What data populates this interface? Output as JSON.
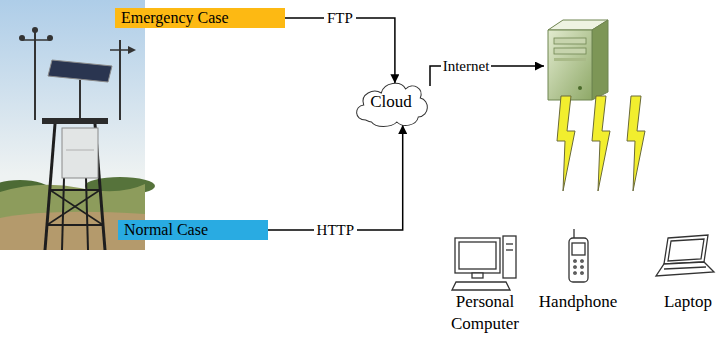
{
  "diagram": {
    "nodes": [
      {
        "text": [
          "Emergency Case"
        ]
      },
      {
        "text": [
          "Normal Case"
        ]
      },
      {
        "text": [
          "Cloud"
        ]
      }
    ],
    "edges": [
      {
        "from": 0,
        "to": 2,
        "arrow": "to",
        "label": "FTP"
      },
      {
        "from": 1,
        "to": 2,
        "arrow": "to",
        "label": "HTTP"
      }
    ],
    "labels": [
      "Internet",
      "Personal Computer",
      "Handphone",
      "Laptop"
    ]
  }
}
